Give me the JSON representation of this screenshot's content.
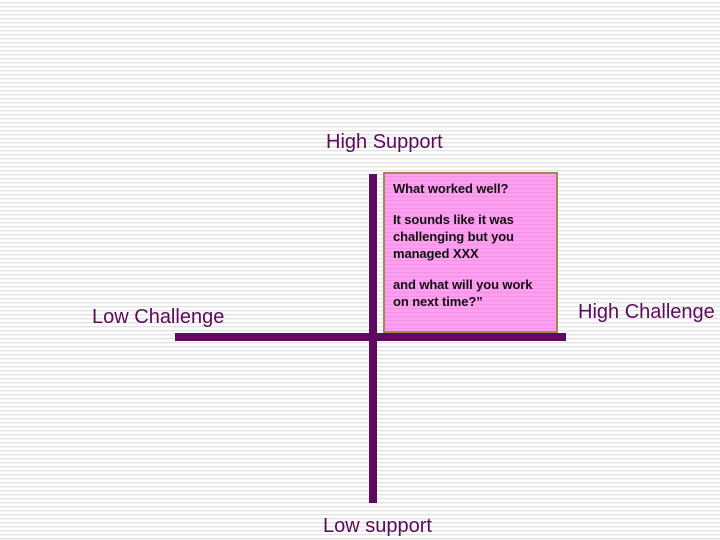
{
  "slide": {
    "title_label": "High Support",
    "bottom_label": "Low support",
    "left_label": "Low Challenge",
    "right_label": "High Challenge",
    "axis_color": "#5f0a5f",
    "label_color": "#5b0b5b",
    "background_color": "#ffffff"
  },
  "prompt_box": {
    "fill_color": "#fb9ef0",
    "border_color": "#a08a54",
    "text_color": "#111111",
    "paragraphs": [
      "What  worked well?",
      "It sounds like it was challenging but you managed XXX",
      "and what will you work on next time?”"
    ]
  }
}
